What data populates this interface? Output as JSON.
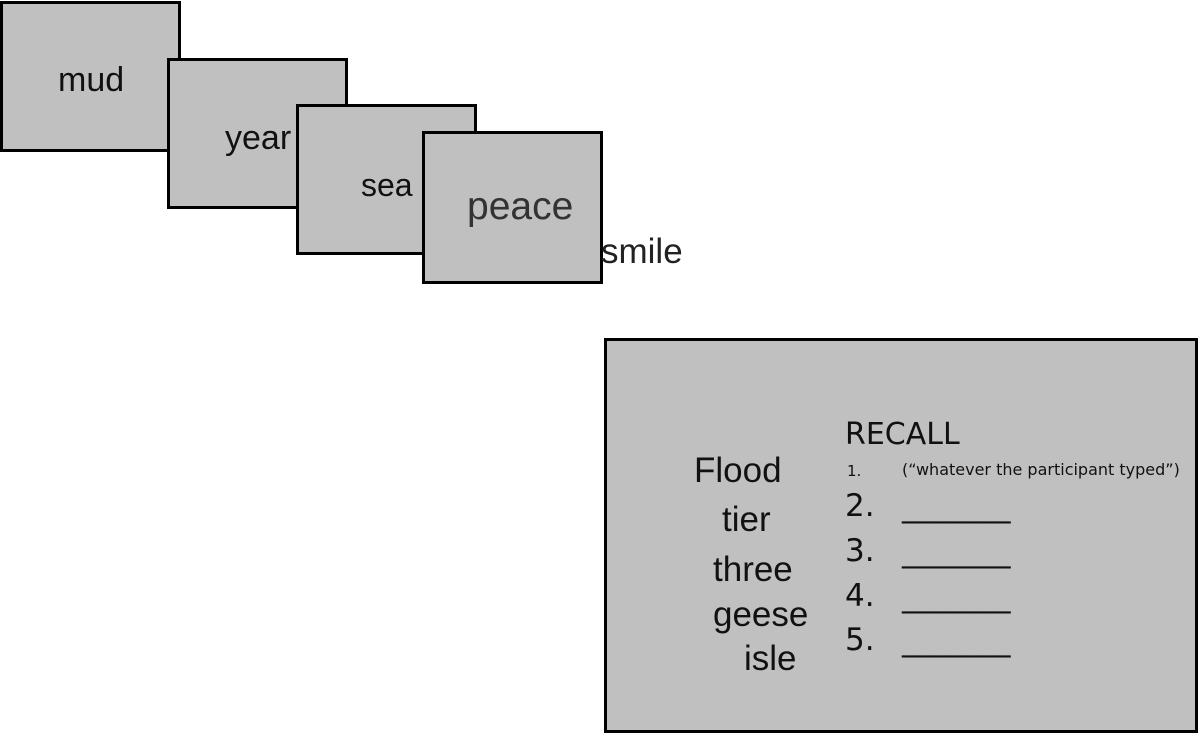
{
  "study_cards": [
    {
      "word": "mud"
    },
    {
      "word": "year"
    },
    {
      "word": "sea"
    },
    {
      "word": "peace"
    }
  ],
  "loose_word": "smile",
  "recall_panel": {
    "word_list": [
      "Flood",
      "tier",
      "three",
      "geese",
      "isle"
    ],
    "title": "RECALL",
    "items": [
      {
        "number": "1.",
        "text": "(“whatever the participant typed”)"
      },
      {
        "number": "2.",
        "text": "_______"
      },
      {
        "number": "3.",
        "text": "_______"
      },
      {
        "number": "4.",
        "text": "_______"
      },
      {
        "number": "5.",
        "text": "_______"
      }
    ]
  },
  "colors": {
    "card_fill": "#c0c0c0",
    "card_border": "#000000",
    "background": "#ffffff"
  }
}
